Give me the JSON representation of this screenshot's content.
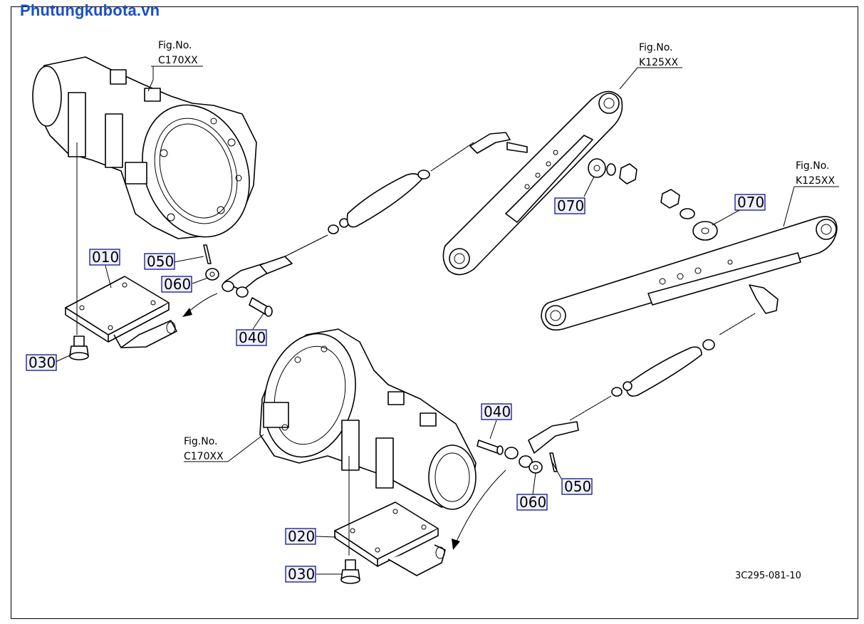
{
  "watermark": "Phutungkubota.vn",
  "figure_refs": {
    "c170_top_line1": "Fig.No.",
    "c170_top_line2": "C170XX",
    "k125_top_line1": "Fig.No.",
    "k125_top_line2": "K125XX",
    "k125_right_line1": "Fig.No.",
    "k125_right_line2": "K125XX",
    "c170_bottom_line1": "Fig.No.",
    "c170_bottom_line2": "C170XX"
  },
  "part_labels": {
    "p010": "010",
    "p020": "020",
    "p030_top": "030",
    "p030_bottom": "030",
    "p040_top": "040",
    "p040_bottom": "040",
    "p050_top": "050",
    "p050_bottom": "050",
    "p060_top": "060",
    "p060_bottom": "060",
    "p070_left": "070",
    "p070_right": "070"
  },
  "diagram_code": "3C295-081-10",
  "colors": {
    "watermark": "#1a4fd0",
    "label_box": "#000080"
  }
}
